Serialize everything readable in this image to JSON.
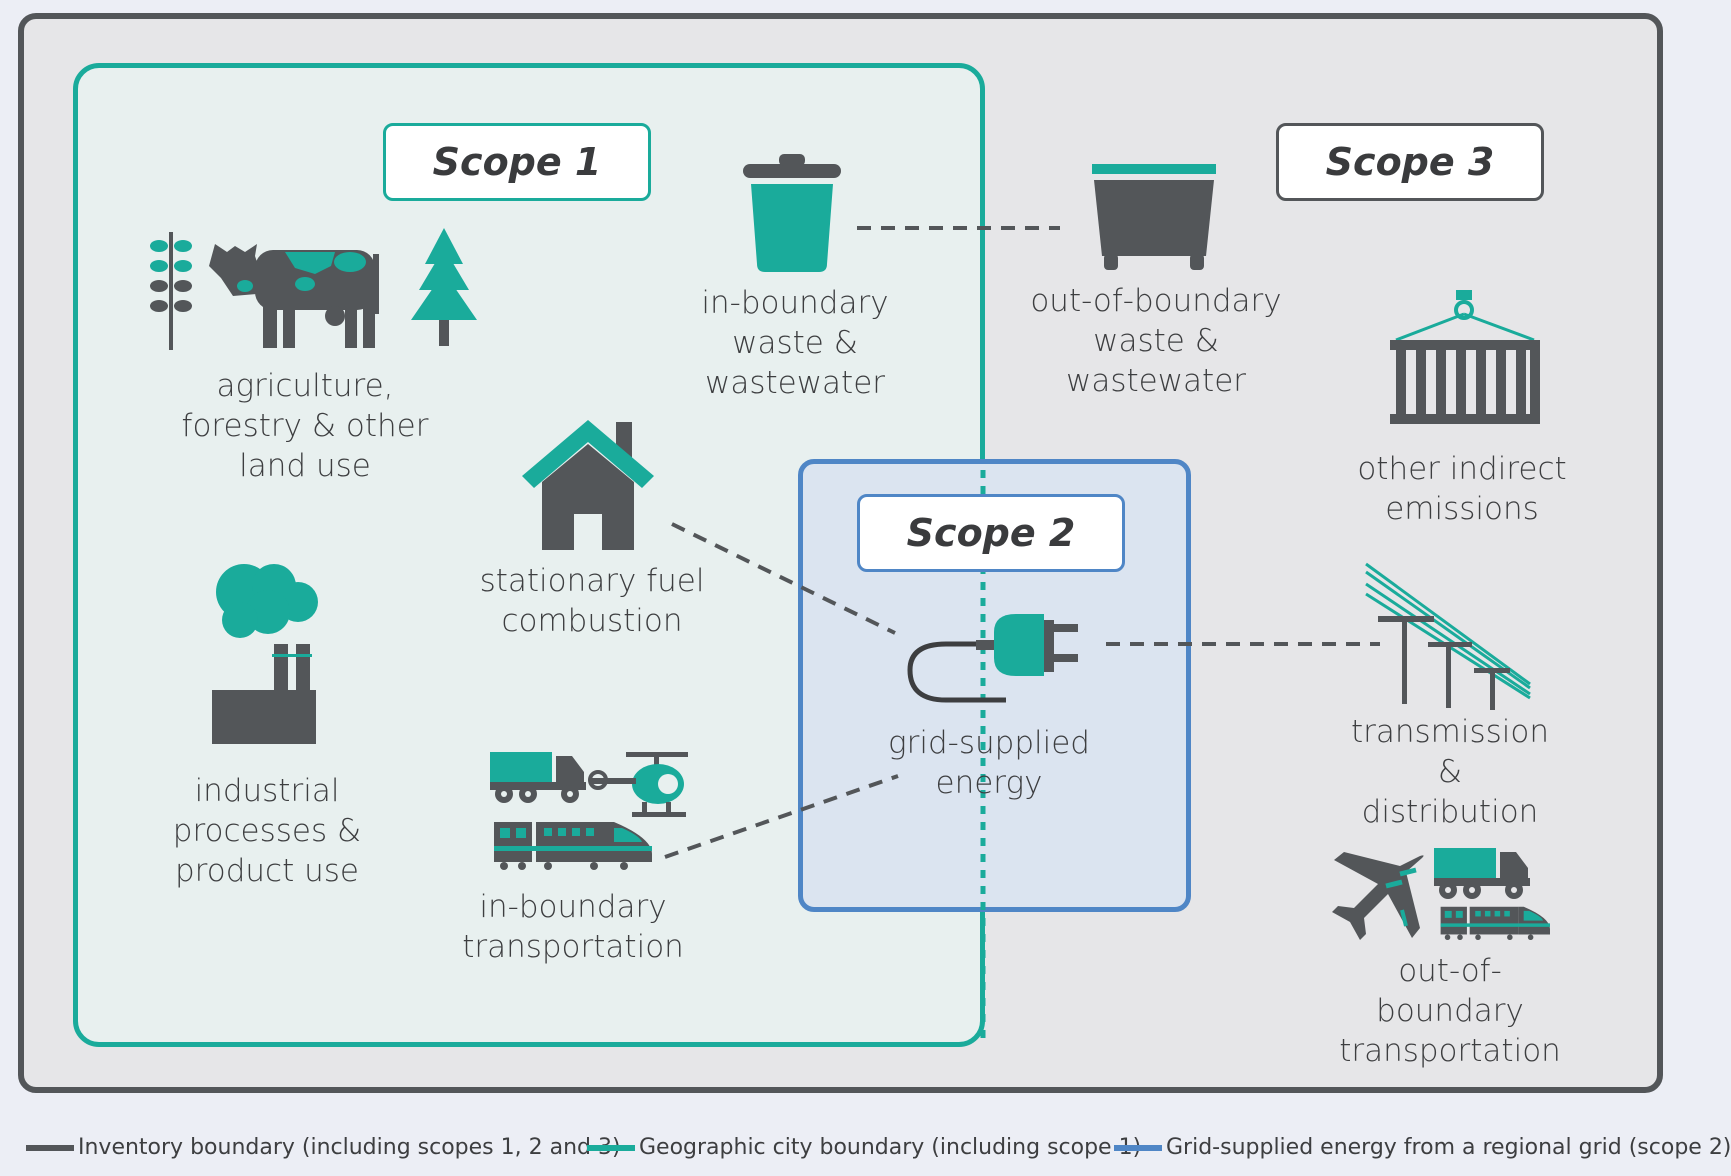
{
  "scopes": {
    "scope1": "Scope 1",
    "scope2": "Scope 2",
    "scope3": "Scope 3"
  },
  "labels": {
    "agriculture": "agriculture,\nforestry & other\nland use",
    "in_waste": "in-boundary\nwaste &\nwastewater",
    "out_waste": "out-of-boundary\nwaste &\nwastewater",
    "stationary": "stationary fuel\ncombustion",
    "industrial": "industrial\nprocesses &\nproduct use",
    "grid_energy": "grid-supplied\nenergy",
    "other_indirect": "other indirect\nemissions",
    "transmission": "transmission &\ndistribution",
    "in_transport": "in-boundary\ntransportation",
    "out_transport": "out-of-boundary\ntransportation"
  },
  "legend": {
    "inventory": "Inventory boundary (including scopes 1, 2 and 3)",
    "city": "Geographic city boundary (including scope 1)",
    "grid": "Grid-supplied energy from a regional grid (scope 2)"
  },
  "colors": {
    "inventory": "#535659",
    "city": "#1aab9b",
    "grid": "#4f86c6",
    "icon_dark": "#535659",
    "icon_teal": "#1aab9b"
  },
  "icons": [
    "wheat-icon",
    "cow-icon",
    "tree-icon",
    "trash-bin-icon",
    "dumpster-icon",
    "house-icon",
    "factory-icon",
    "plug-icon",
    "container-icon",
    "power-line-icon",
    "truck-icon",
    "helicopter-icon",
    "train-icon",
    "airplane-icon"
  ]
}
